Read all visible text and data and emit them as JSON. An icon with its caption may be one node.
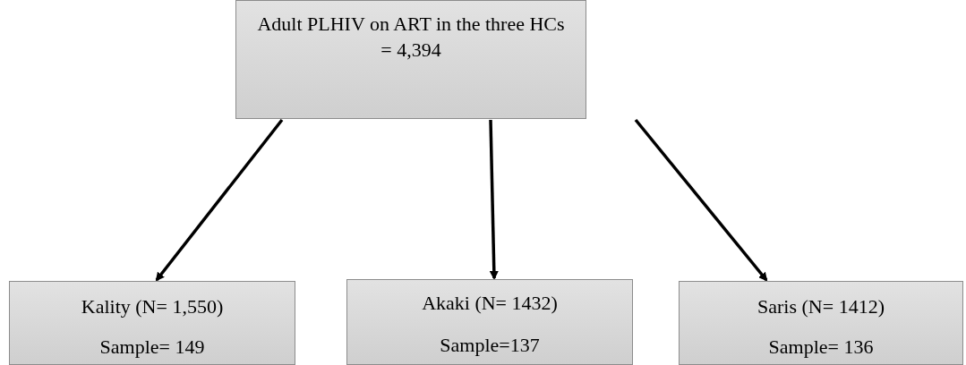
{
  "diagram": {
    "nodes": [
      {
        "text": [
          "Adult PLHIV on ART in the three HCs = 4,394"
        ]
      },
      {
        "text": [
          "Kality (N= 1,550)",
          "Sample= 149"
        ]
      },
      {
        "text": [
          "Akaki (N= 1432)",
          "Sample=137"
        ]
      },
      {
        "text": [
          "Saris (N= 1412)",
          "Sample= 136"
        ]
      }
    ],
    "edges": [
      {
        "from": 0,
        "to": 1,
        "arrow": "to"
      },
      {
        "from": 0,
        "to": 2,
        "arrow": "to"
      },
      {
        "from": 0,
        "to": 3,
        "arrow": "to"
      }
    ]
  }
}
